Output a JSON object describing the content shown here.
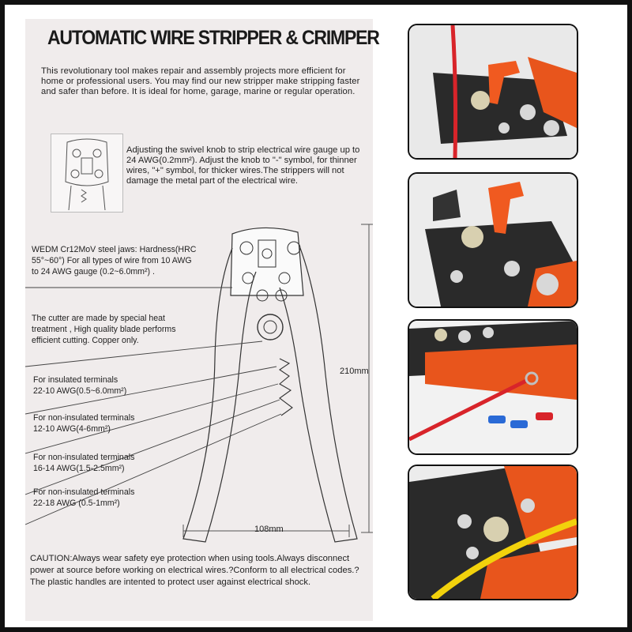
{
  "title": "AUTOMATIC WIRE STRIPPER & CRIMPER",
  "intro": "This revolutionary tool makes repair and assembly projects more efficient for home or professional users. You may find our new stripper make stripping faster and safer than before. It is ideal for home, garage, marine or regular operation.",
  "knob_text": "Adjusting the swivel knob to strip electrical wire gauge up to 24 AWG(0.2mm²). Adjust the knob to \"-\" symbol, for thinner wires, \"+\" symbol, for thicker wires.The strippers will not damage the metal part of the electrical wire.",
  "callouts": {
    "jaws": [
      "WEDM Cr12MoV steel jaws: Hardness(HRC",
      "55°~60°) For all types of wire from 10 AWG",
      "to 24 AWG gauge  (0.2~6.0mm²)  ."
    ],
    "cutter": [
      "The cutter are made by special heat",
      "treatment , High quality blade performs",
      "efficient cutting. Copper only."
    ],
    "insulated": [
      "For insulated terminals",
      "22-10 AWG(0.5~6.0mm²)"
    ],
    "non_insulated_1": [
      "For non-insulated terminals",
      "12-10 AWG(4-6mm²)"
    ],
    "non_insulated_2": [
      "For non-insulated terminals",
      "16-14 AWG(1.5-2.5mm²)"
    ],
    "non_insulated_3": [
      "For non-insulated terminals",
      "22-18 AWG (0.5-1mm²)"
    ]
  },
  "dimensions": {
    "height": "210mm",
    "width": "108mm"
  },
  "caution": "CAUTION:Always wear safety eye protection when using tools.Always disconnect power at source before working on electrical wires.?Conform to all electrical codes.?The plastic handles are intented to protect user against electrical shock.",
  "colors": {
    "tool_orange": "#e8551c",
    "tool_black": "#1f1f1f",
    "wire_red": "#d8242a",
    "wire_yellow": "#f2d20c",
    "panel_bg": "#f0ecec"
  }
}
